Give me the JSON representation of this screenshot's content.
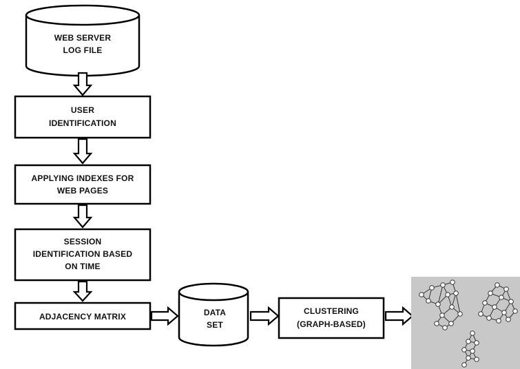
{
  "nodes": {
    "web_server_log": {
      "line1": "WEB SERVER",
      "line2": "LOG FILE"
    },
    "user_identification": {
      "line1": "USER",
      "line2": "IDENTIFICATION"
    },
    "applying_indexes": {
      "line1": "APPLYING INDEXES FOR",
      "line2": "WEB PAGES"
    },
    "session_identification": {
      "line1": "SESSION",
      "line2": "IDENTIFICATION BASED",
      "line3": "ON TIME"
    },
    "adjacency_matrix": {
      "line1": "ADJACENCY MATRIX"
    },
    "data_set": {
      "line1": "DATA",
      "line2": "SET"
    },
    "clustering": {
      "line1": "CLUSTERING",
      "line2": "(GRAPH-BASED)"
    }
  },
  "colors": {
    "stroke": "#000000",
    "fill": "#ffffff",
    "cluster_background": "#c8c8c8"
  }
}
